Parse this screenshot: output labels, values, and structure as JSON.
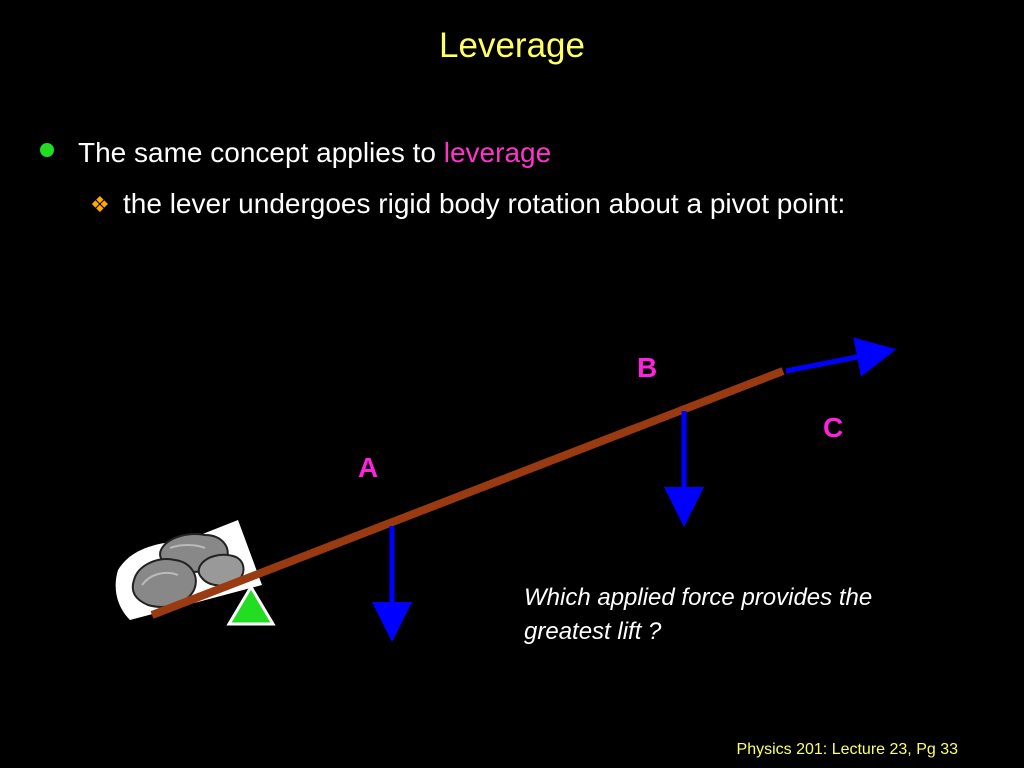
{
  "slide": {
    "title": "Leverage",
    "bullet1_prefix": "The same concept applies to ",
    "bullet1_highlight": "leverage",
    "bullet2": "the lever undergoes rigid body rotation about a pivot point:",
    "question": "Which applied force provides the greatest lift ?",
    "footer": "Physics 201: Lecture 23, Pg 33"
  },
  "diagram": {
    "labels": {
      "a": "A",
      "b": "B",
      "c": "C"
    },
    "colors": {
      "lever": "#9a3a10",
      "arrow": "#0000ff",
      "pivot": "#22dd22",
      "label": "#ff22dd",
      "highlight": "#ff33cc",
      "title": "#ffff66",
      "bullet_dot": "#22dd22",
      "sub_bullet": "#ffaa00"
    },
    "icons": [
      "bullet-dot-icon",
      "diamond-bullet-icon",
      "rocks-icon",
      "pivot-triangle-icon",
      "force-arrow-icon"
    ]
  }
}
